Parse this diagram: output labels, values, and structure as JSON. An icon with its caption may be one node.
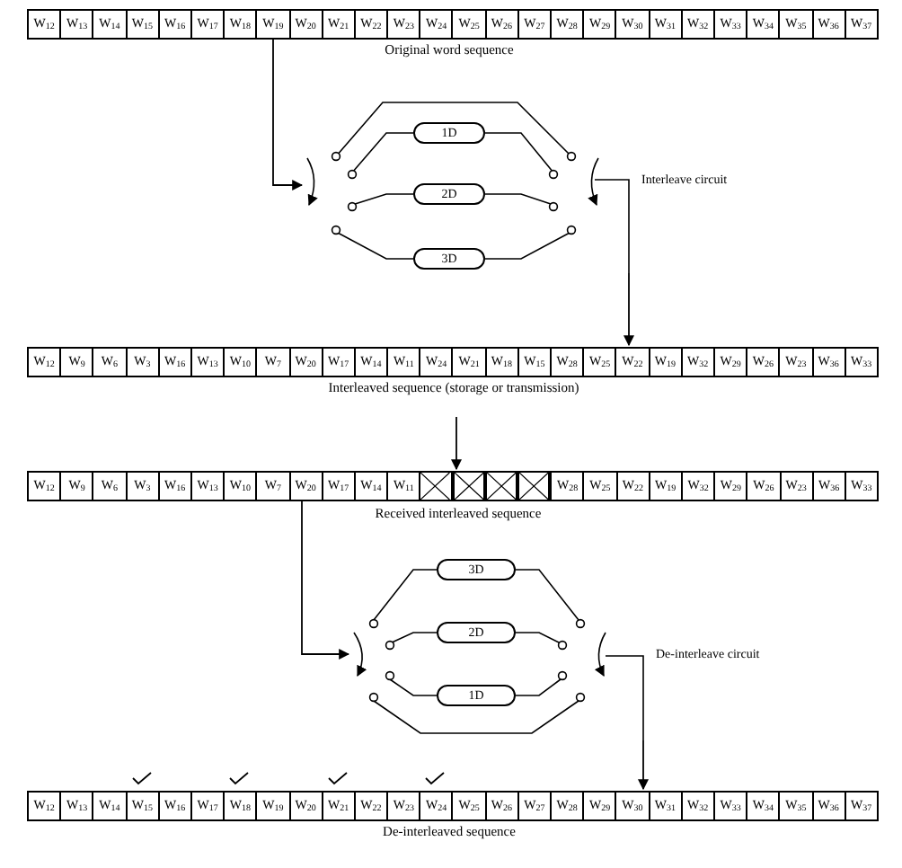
{
  "diagram": {
    "nodes": [
      {
        "text": [
          "W$_{12}$",
          "W$_{13}$",
          "W$_{14}$",
          "W$_{15}$",
          "W$_{16}$",
          "W$_{17}$",
          "W$_{18}$",
          "W$_{19}$",
          "W$_{20}$",
          "W$_{21}$",
          "W$_{22}$",
          "W$_{23}$",
          "W$_{24}$",
          "W$_{25}$",
          "W$_{26}$",
          "W$_{27}$",
          "W$_{28}$",
          "W$_{29}$",
          "W$_{30}$",
          "W$_{31}$",
          "W$_{32}$",
          "W$_{33}$",
          "W$_{34}$",
          "W$_{35}$",
          "W$_{36}$",
          "W$_{37}$"
        ],
        "beside": [
          "Original word sequence"
        ]
      },
      {
        "text": [
          "Interleave circuit"
        ]
      },
      {
        "text": [
          "1D"
        ],
        "in": 1
      },
      {
        "text": [
          "2D"
        ],
        "in": 1
      },
      {
        "text": [
          "3D"
        ],
        "in": 1
      },
      {
        "text": [
          "W$_{12}$",
          "W$_{9}$",
          "W$_{6}$",
          "W$_{3}$",
          "W$_{16}$",
          "W$_{13}$",
          "W$_{10}$",
          "W$_{7}$",
          "W$_{20}$",
          "W$_{17}$",
          "W$_{14}$",
          "W$_{11}$",
          "W$_{24}$",
          "W$_{21}$",
          "W$_{18}$",
          "W$_{15}$",
          "W$_{28}$",
          "W$_{25}$",
          "W$_{22}$",
          "W$_{19}$",
          "W$_{32}$",
          "W$_{29}$",
          "W$_{26}$",
          "W$_{23}$",
          "W$_{36}$",
          "W$_{33}$"
        ],
        "beside": [
          "Interleaved sequence (storage or transmission)"
        ]
      },
      {
        "text": [
          "W$_{12}$",
          "W$_{9}$",
          "W$_{6}$",
          "W$_{3}$",
          "W$_{16}$",
          "W$_{13}$",
          "W$_{10}$",
          "W$_{7}$",
          "W$_{20}$",
          "W$_{17}$",
          "W$_{14}$",
          "W$_{11}$"
        ]
      },
      {
        "text": [],
        "shape": "box"
      },
      {
        "text": [],
        "shape": "box"
      },
      {
        "text": [],
        "shape": "box"
      },
      {
        "text": [],
        "shape": "box"
      },
      {
        "text": [
          "W$_{28}$",
          "W$_{25}$",
          "W$_{22}$",
          "W$_{19}$",
          "W$_{32}$",
          "W$_{29}$",
          "W$_{26}$",
          "W$_{23}$",
          "W$_{36}$",
          "W$_{33}$"
        ]
      },
      {
        "text": [
          "De-interleave circuit"
        ]
      },
      {
        "text": [
          "3D"
        ],
        "in": 12
      },
      {
        "text": [
          "2D"
        ],
        "in": 12
      },
      {
        "text": [
          "1D"
        ],
        "in": 12
      },
      {
        "text": [
          "W$_{12}$",
          "W$_{13}$",
          "W$_{14}$",
          "W$_{15}$",
          "W$_{16}$",
          "W$_{17}$",
          "W$_{18}$",
          "W$_{19}$",
          "W$_{20}$",
          "W$_{21}$",
          "W$_{22}$",
          "W$_{23}$",
          "W$_{24}$",
          "W$_{25}$",
          "W$_{26}$",
          "W$_{27}$",
          "W$_{28}$",
          "W$_{29}$",
          "W$_{30}$",
          "W$_{31}$",
          "W$_{32}$",
          "W$_{33}$",
          "W$_{34}$",
          "W$_{35}$",
          "W$_{36}$",
          "W$_{37}$"
        ],
        "beside": [
          "De-interleaved sequence"
        ]
      }
    ],
    "edges": [
      {
        "from": 0,
        "to": 1,
        "arrow": "to"
      },
      {
        "from": 1,
        "to": 5,
        "arrow": "to"
      },
      {
        "from": 5,
        "to": 8,
        "arrow": "to"
      },
      {
        "from": 6,
        "to": 12,
        "arrow": "to"
      },
      {
        "from": 12,
        "to": 16,
        "arrow": "to"
      }
    ],
    "labels": [
      "Received interleaved sequence"
    ]
  }
}
